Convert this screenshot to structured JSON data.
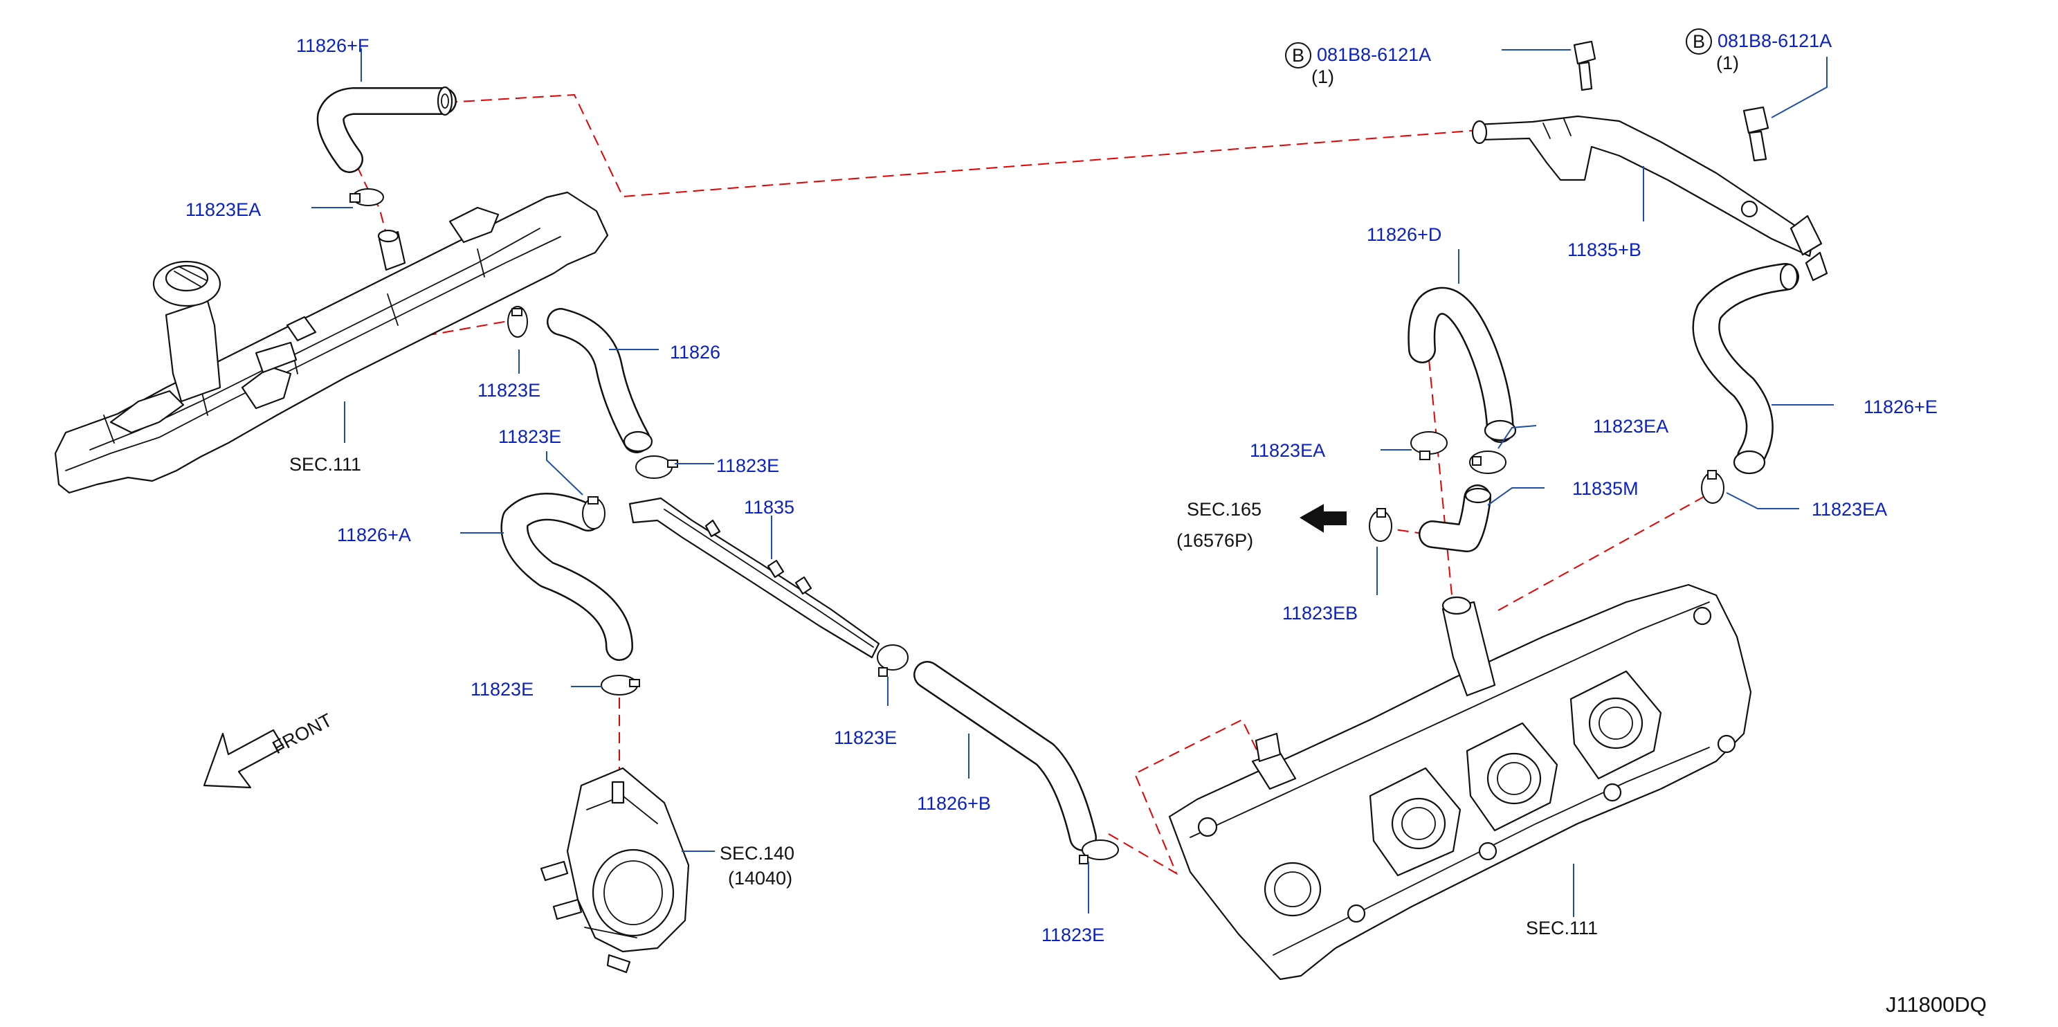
{
  "labels": {
    "p_11826_f": "11826+F",
    "p_11823ea_1": "11823EA",
    "p_11826": "11826",
    "p_11823e_1": "11823E",
    "p_sec111_left": "SEC.111",
    "p_11823e_2": "11823E",
    "p_11823e_3": "11823E",
    "p_11826_a": "11826+A",
    "p_11835": "11835",
    "p_11823e_4": "11823E",
    "p_11823e_5": "11823E",
    "p_11826_b": "11826+B",
    "p_11823e_6": "11823E",
    "p_sec140": "SEC.140",
    "p_14040": "(14040)",
    "front": "FRONT",
    "bolt_letter_1": "B",
    "bolt_part_1": "081B8-6121A",
    "bolt_qty_1": "(1)",
    "bolt_letter_2": "B",
    "bolt_part_2": "081B8-6121A",
    "bolt_qty_2": "(1)",
    "p_11835_b": "11835+B",
    "p_11826_d": "11826+D",
    "p_11823ea_2": "11823EA",
    "p_11823ea_3": "11823EA",
    "p_11826_e": "11826+E",
    "p_11835m": "11835M",
    "p_11823ea_4": "11823EA",
    "p_sec165": "SEC.165",
    "p_16576p": "(16576P)",
    "p_11823eb": "11823EB",
    "p_sec111_right": "SEC.111",
    "diagram_code": "J11800DQ"
  },
  "colors": {
    "part_number": "#0a20c8",
    "reference": "#111111",
    "leader": "#1f4ea8",
    "dashed_connection": "#e60000"
  }
}
